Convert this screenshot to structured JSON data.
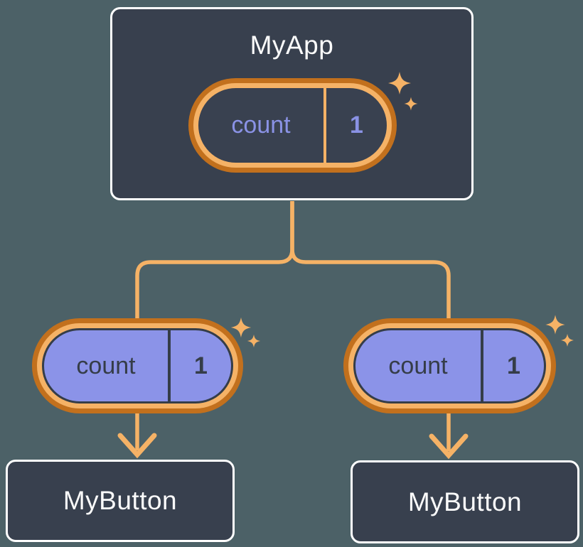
{
  "tree": {
    "root": {
      "title": "MyApp",
      "state": {
        "name": "count",
        "value": "1"
      }
    },
    "children": [
      {
        "title": "MyButton",
        "state": {
          "name": "count",
          "value": "1"
        }
      },
      {
        "title": "MyButton",
        "state": {
          "name": "count",
          "value": "1"
        }
      }
    ]
  },
  "icons": {
    "sparkle": "four-point-sparkle"
  },
  "colors": {
    "background": "#4C6167",
    "node_fill": "#38404E",
    "node_border": "#FFFFFF",
    "node_text": "#FBFBFB",
    "pill_ring_outer": "#C2701D",
    "pill_ring_inner": "#F5B266",
    "connector": "#F5B266",
    "parent_pill_fill": "#394150",
    "parent_pill_text": "#8A92E5",
    "child_pill_fill": "#8B93E8",
    "child_pill_text": "#353D48",
    "sparkle": "#F5B266"
  }
}
